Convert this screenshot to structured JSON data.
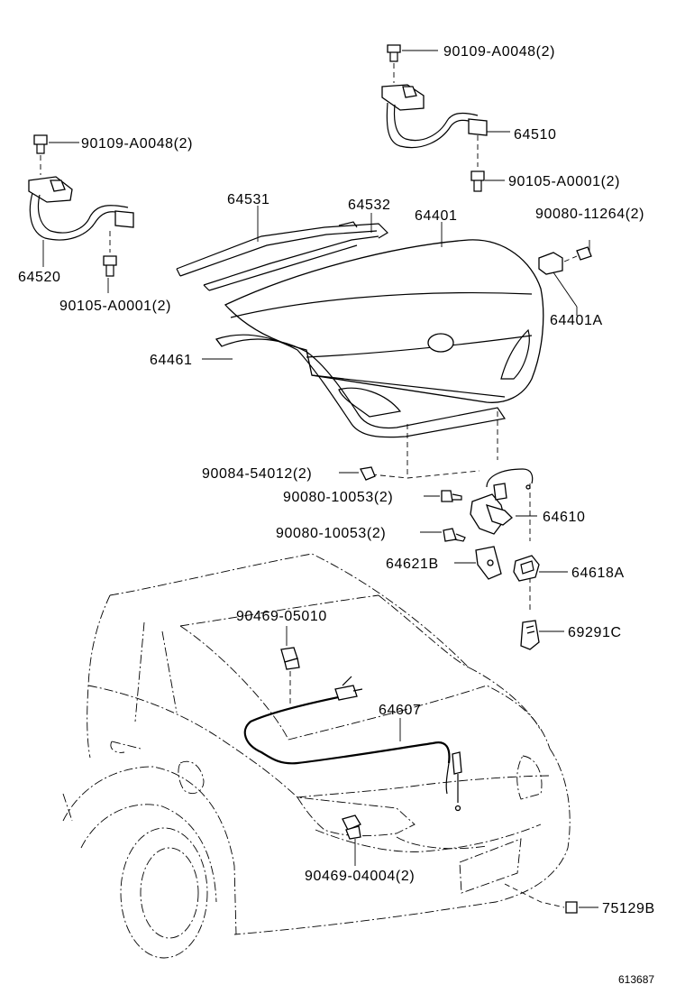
{
  "labels": {
    "p1": "90109-A0048(2)",
    "p2": "64510",
    "p3": "90105-A0001(2)",
    "p4": "90109-A0048(2)",
    "p5": "64520",
    "p6": "90105-A0001(2)",
    "p7": "64531",
    "p8": "64532",
    "p9": "64401",
    "p10": "90080-11264(2)",
    "p11": "64401A",
    "p12": "64461",
    "p13": "90084-54012(2)",
    "p14": "90080-10053(2)",
    "p15": "64610",
    "p16": "90080-10053(2)",
    "p17": "64621B",
    "p18": "64618A",
    "p19": "69291C",
    "p20": "90469-05010",
    "p21": "64607",
    "p22": "90469-04004(2)",
    "p23": "75129B",
    "code": "613687"
  }
}
